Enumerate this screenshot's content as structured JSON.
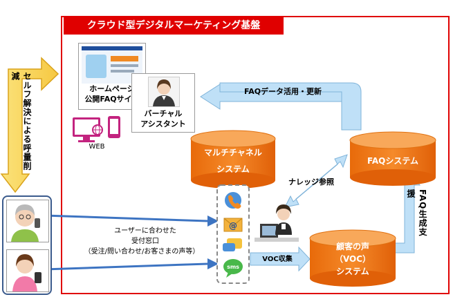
{
  "platform": {
    "title": "クラウド型デジタルマーケティング基盤"
  },
  "self_service": {
    "label": "セルフ解決による呼量削減"
  },
  "website": {
    "line1": "ホームページ",
    "line2": "公開FAQサイト"
  },
  "virtual_assistant": {
    "line1": "バーチャル",
    "line2": "アシスタント"
  },
  "web": {
    "label": "WEB"
  },
  "faq_usage": {
    "label": "FAQデータ活用・更新"
  },
  "multichannel": {
    "line1": "マルチチャネル",
    "line2": "システム"
  },
  "faq_system": {
    "label": "FAQシステム"
  },
  "knowledge_ref": {
    "label": "ナレッジ参照"
  },
  "faq_support": {
    "label": "FAQ生成支援"
  },
  "reception": {
    "line1": "ユーザーに合わせた",
    "line2": "受付窓口",
    "line3": "（受注/問い合わせ/お客さまの声等）"
  },
  "voc_collect": {
    "label": "VOC収集"
  },
  "voc_system": {
    "line1": "顧客の声",
    "line2": "（VOC）",
    "line3": "システム"
  },
  "channels": {
    "sms": "sms",
    "email": "@"
  }
}
